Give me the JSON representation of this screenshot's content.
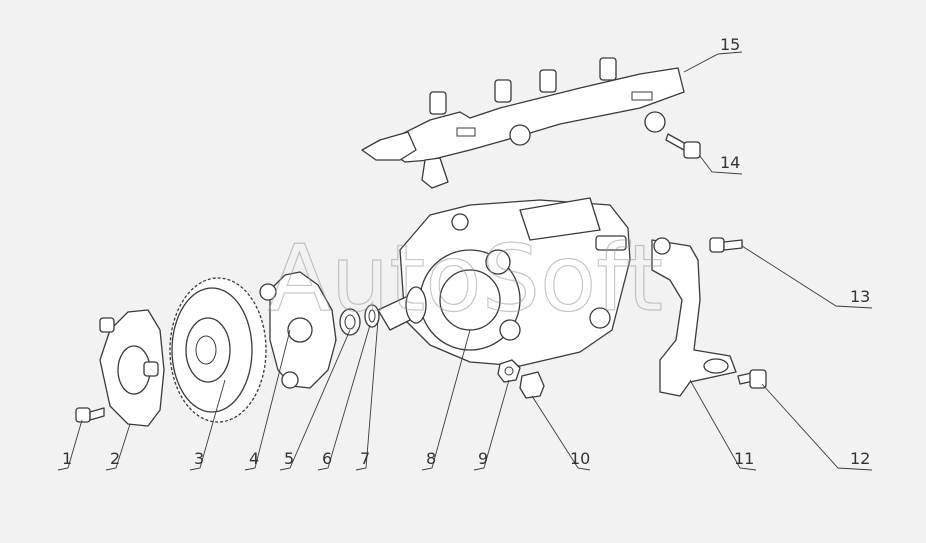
{
  "watermark": "AutoSoft",
  "callouts": [
    {
      "id": "1",
      "label": "1"
    },
    {
      "id": "2",
      "label": "2"
    },
    {
      "id": "3",
      "label": "3"
    },
    {
      "id": "4",
      "label": "4"
    },
    {
      "id": "5",
      "label": "5"
    },
    {
      "id": "6",
      "label": "6"
    },
    {
      "id": "7",
      "label": "7"
    },
    {
      "id": "8",
      "label": "8"
    },
    {
      "id": "9",
      "label": "9"
    },
    {
      "id": "10",
      "label": "10"
    },
    {
      "id": "11",
      "label": "11"
    },
    {
      "id": "12",
      "label": "12"
    },
    {
      "id": "13",
      "label": "13"
    },
    {
      "id": "14",
      "label": "14"
    },
    {
      "id": "15",
      "label": "15"
    }
  ],
  "colors": {
    "background": "#f2f2f2",
    "line": "#3a3a3a",
    "watermark": "#9a9a9a"
  }
}
